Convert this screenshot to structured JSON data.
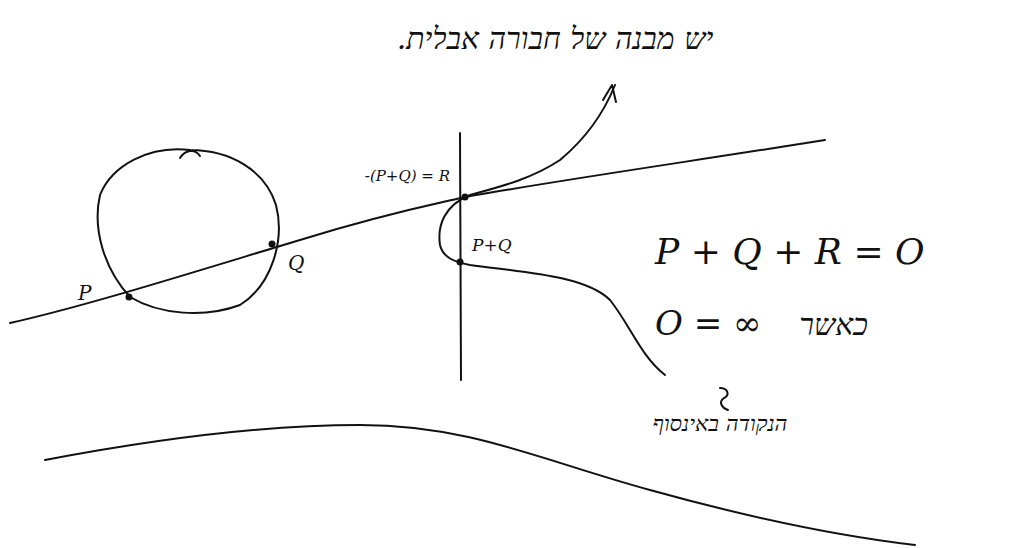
{
  "diagram": {
    "title": "יש מבנה של חבורה אבלית.",
    "labels": [
      "P",
      "Q",
      "-(P+Q) = R",
      "P+Q",
      "P + Q + R = O",
      "O = ∞",
      "כאשר",
      "הנקודה באינסוף"
    ]
  }
}
